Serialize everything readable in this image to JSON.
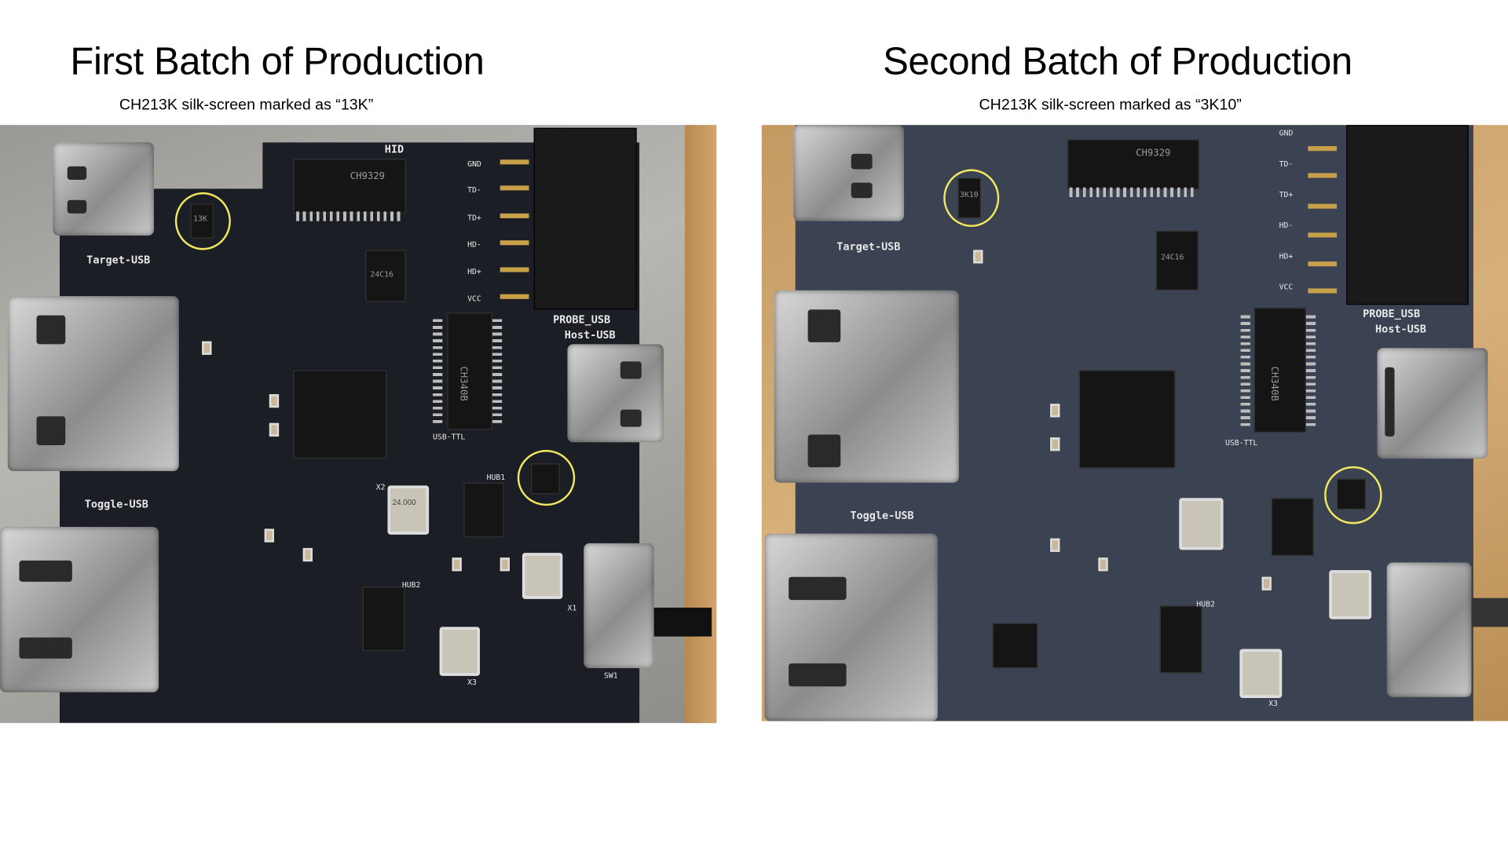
{
  "slide": {
    "left": {
      "title": "First Batch of Production",
      "subtitle": "CH213K silk-screen marked as “13K”",
      "chip_marking": "13K"
    },
    "right": {
      "title": "Second Batch of Production",
      "subtitle": "CH213K silk-screen marked as “3K10”",
      "chip_marking": "3K10"
    }
  },
  "board_labels": {
    "target_usb": "Target-USB",
    "probe_usb": "PROBE_USB",
    "host_usb": "Host-USB",
    "usb_ttl": "USB-TTL",
    "toggle_usb": "Toggle-USB",
    "hid": "HID",
    "pins": [
      "GND",
      "TD-",
      "TD+",
      "HD-",
      "HD+",
      "VCC"
    ],
    "ch9329": "CH9329",
    "ch340b": "CH340B",
    "eeprom": "24C16",
    "crystal": "24.000",
    "hub1": "HUB1",
    "hub2": "HUB2",
    "x1": "X1",
    "x2": "X2",
    "x3": "X3",
    "sw1": "SW1"
  },
  "colors": {
    "highlight_circle": "#f2e860",
    "pcb_first": "#1b1f25",
    "pcb_second": "#3b4352"
  }
}
